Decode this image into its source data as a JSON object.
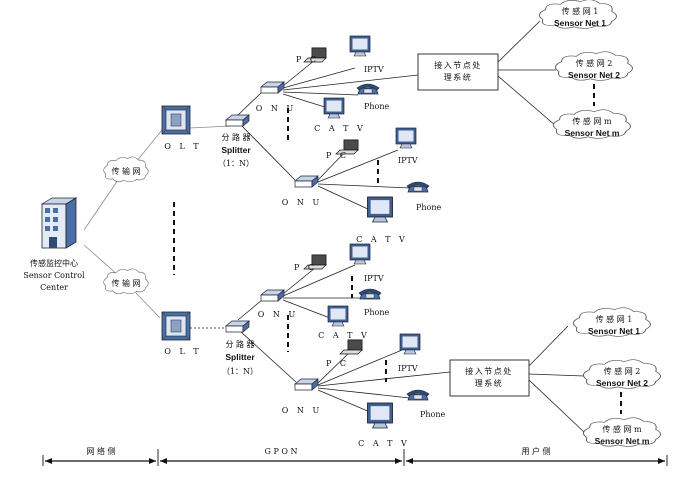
{
  "center": {
    "line1": "传感监控中心",
    "line2": "Sensor Control",
    "line3": "Center"
  },
  "network_cloud": "传 输 网",
  "olt_label": "O L T",
  "splitter": {
    "cn": "分 路 器",
    "en": "Splitter",
    "ratio": "（1：N）"
  },
  "onu_label": "O N U",
  "pc_label": "P C",
  "iptv_label": "IPTV",
  "phone_label": "Phone",
  "catv_label": "C A T V",
  "access_box": {
    "line1": "接入节点处",
    "line2": "理系统"
  },
  "sensor_nets": [
    {
      "cn": "传 感 网 1",
      "en": "Sensor Net 1"
    },
    {
      "cn": "传 感 网 2",
      "en": "Sensor Net 2"
    },
    {
      "cn": "传 感 网 m",
      "en": "Sensor Net m"
    }
  ],
  "bottom_bar": {
    "left": "网 络 侧",
    "middle": "G P O N",
    "right": "用 户 侧"
  }
}
